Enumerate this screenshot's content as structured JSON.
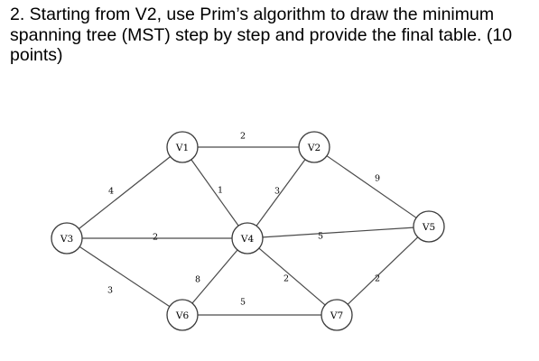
{
  "question": {
    "text": "2. Starting from V2, use Prim’s algorithm to draw the minimum spanning tree (MST) step by step and provide the final table. (10 points)"
  },
  "graph": {
    "nodes": [
      {
        "id": "V1",
        "label": "V1"
      },
      {
        "id": "V2",
        "label": "V2"
      },
      {
        "id": "V3",
        "label": "V3"
      },
      {
        "id": "V4",
        "label": "V4"
      },
      {
        "id": "V5",
        "label": "V5"
      },
      {
        "id": "V6",
        "label": "V6"
      },
      {
        "id": "V7",
        "label": "V7"
      }
    ],
    "edges": [
      {
        "from": "V1",
        "to": "V2",
        "weight": "2"
      },
      {
        "from": "V1",
        "to": "V3",
        "weight": "4"
      },
      {
        "from": "V1",
        "to": "V4",
        "weight": "1"
      },
      {
        "from": "V2",
        "to": "V4",
        "weight": "3"
      },
      {
        "from": "V2",
        "to": "V5",
        "weight": "9"
      },
      {
        "from": "V3",
        "to": "V4",
        "weight": "2"
      },
      {
        "from": "V3",
        "to": "V6",
        "weight": "3"
      },
      {
        "from": "V4",
        "to": "V5",
        "weight": "5"
      },
      {
        "from": "V4",
        "to": "V6",
        "weight": "8"
      },
      {
        "from": "V4",
        "to": "V7",
        "weight": "2"
      },
      {
        "from": "V6",
        "to": "V7",
        "weight": "5"
      },
      {
        "from": "V5",
        "to": "V7",
        "weight": "2"
      }
    ]
  }
}
